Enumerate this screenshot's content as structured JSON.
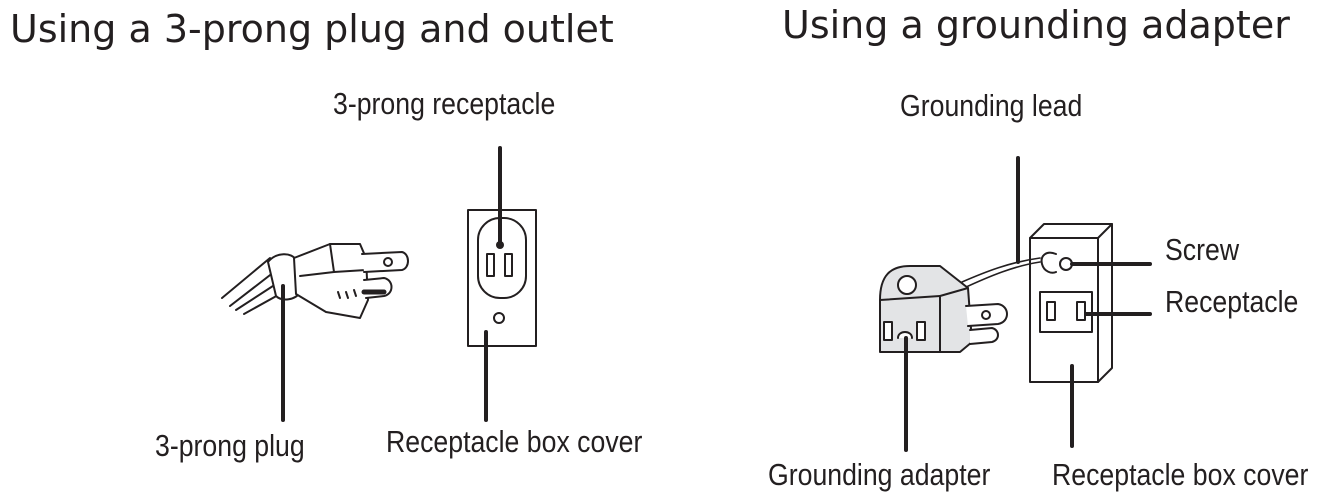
{
  "left_panel": {
    "title": "Using a 3-prong plug and outlet",
    "labels": {
      "receptacle": "3-prong receptacle",
      "plug": "3-prong plug",
      "box_cover": "Receptacle box cover"
    }
  },
  "right_panel": {
    "title": "Using a grounding adapter",
    "labels": {
      "grounding_lead": "Grounding lead",
      "screw": "Screw",
      "receptacle": "Receptacle",
      "grounding_adapter": "Grounding adapter",
      "box_cover": "Receptacle box cover"
    }
  },
  "colors": {
    "ink": "#231f20",
    "adapter_fill": "#e3e4e6"
  }
}
